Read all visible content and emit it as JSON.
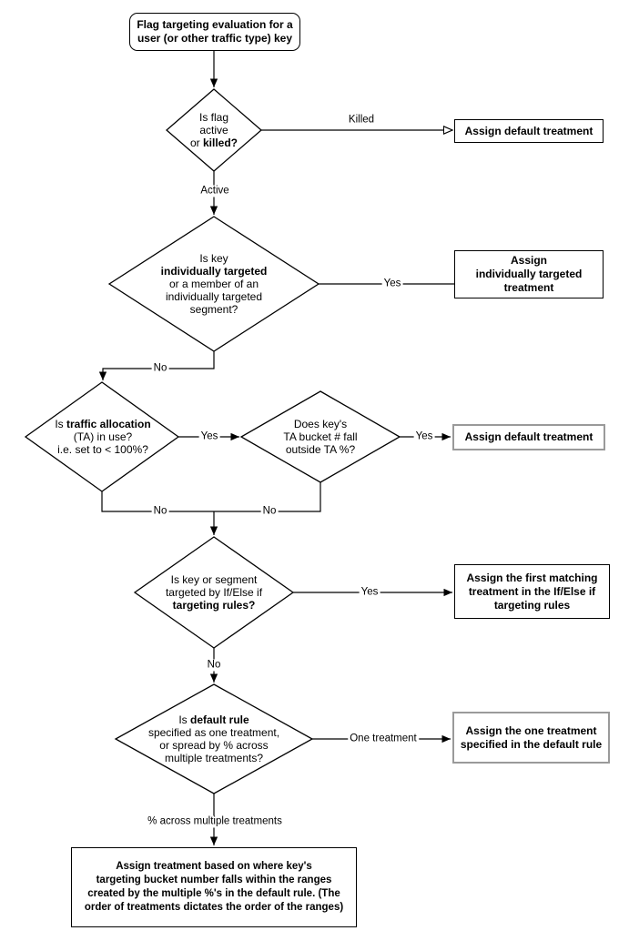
{
  "title": "Flag targeting evaluation flowchart",
  "colors": {
    "line": "#000000",
    "box_border": "#000000",
    "shadow_box_border": "#9a9a9a",
    "background": "#ffffff",
    "text": "#000000"
  },
  "nodes": {
    "start": {
      "lines": [
        "Flag targeting evaluation for a",
        "user (or other traffic type) key"
      ]
    },
    "flag_status": {
      "lines": [
        [
          "Is flag"
        ],
        [
          "active"
        ],
        [
          "or ",
          "killed?"
        ]
      ]
    },
    "assign_default_1": {
      "text": "Assign default treatment"
    },
    "individual_target": {
      "lines": [
        [
          "Is key"
        ],
        [
          "individually targeted"
        ],
        [
          "or a member of an"
        ],
        [
          "individually targeted"
        ],
        [
          "segment?"
        ]
      ]
    },
    "assign_individual": {
      "lines": [
        "Assign",
        "individually targeted",
        "treatment"
      ]
    },
    "traffic_allocation": {
      "lines": [
        [
          "Is ",
          "traffic allocation"
        ],
        [
          "(TA) in use?"
        ],
        [
          "i.e. set to < 100%?"
        ]
      ]
    },
    "ta_bucket": {
      "lines": [
        [
          "Does key's"
        ],
        [
          "TA bucket # fall"
        ],
        [
          "outside TA %?"
        ]
      ]
    },
    "assign_default_2": {
      "text": "Assign default treatment"
    },
    "targeting_rules": {
      "lines": [
        [
          "Is key or segment"
        ],
        [
          "targeted by If/Else if"
        ],
        [
          "targeting rules?"
        ]
      ]
    },
    "assign_first_matching": {
      "lines": [
        "Assign the first matching",
        "treatment in the If/Else if",
        "targeting rules"
      ]
    },
    "default_rule": {
      "lines": [
        [
          "Is ",
          "default rule"
        ],
        [
          "specified as one treatment,"
        ],
        [
          "or spread by % across"
        ],
        [
          "multiple treatments?"
        ]
      ]
    },
    "assign_one_treatment": {
      "lines": [
        "Assign the one treatment",
        "specified in the default rule"
      ]
    },
    "assign_by_ranges": {
      "lines": [
        "Assign treatment based on where key's",
        "targeting bucket number falls within the ranges",
        "created by the multiple %'s in the default rule. (The",
        "order of treatments dictates the order of the ranges)"
      ]
    }
  },
  "edge_labels": {
    "killed": "Killed",
    "active": "Active",
    "individual_yes": "Yes",
    "individual_no": "No",
    "ta_yes": "Yes",
    "ta_no": "No",
    "bucket_yes": "Yes",
    "bucket_no": "No",
    "rules_yes": "Yes",
    "rules_no": "No",
    "one_treatment": "One treatment",
    "multiple_treatments": "% across multiple treatments"
  }
}
